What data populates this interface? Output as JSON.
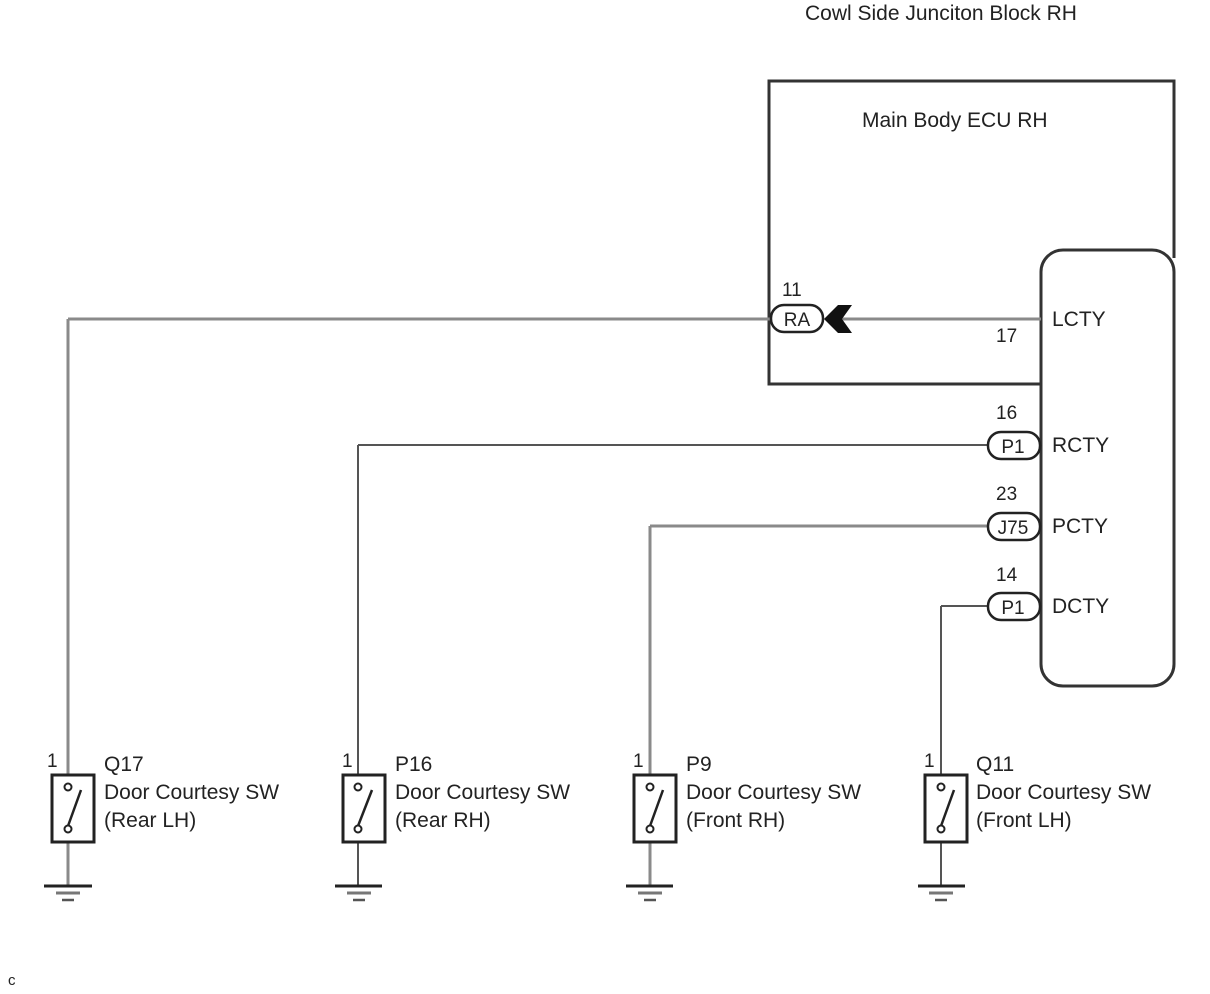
{
  "diagram": {
    "junction_block_label": "Cowl Side Junciton Block RH",
    "ecu_label": "Main Body ECU RH",
    "footer_mark": "C",
    "inline_connector": {
      "name": "RA",
      "pin": "11"
    },
    "ecu_terminals": [
      {
        "id": "lcty",
        "name": "LCTY",
        "pin": "17",
        "connector": ""
      },
      {
        "id": "rcty",
        "name": "RCTY",
        "pin": "16",
        "connector": "P1"
      },
      {
        "id": "pcty",
        "name": "PCTY",
        "pin": "23",
        "connector": "J75"
      },
      {
        "id": "dcty",
        "name": "DCTY",
        "pin": "14",
        "connector": "P1"
      }
    ],
    "switches": [
      {
        "id": "q17",
        "code": "Q17",
        "pin": "1",
        "name": "Door Courtesy SW",
        "position": "(Rear LH)",
        "connects_to": "LCTY"
      },
      {
        "id": "p16",
        "code": "P16",
        "pin": "1",
        "name": "Door Courtesy SW",
        "position": "(Rear RH)",
        "connects_to": "RCTY"
      },
      {
        "id": "p9",
        "code": "P9",
        "pin": "1",
        "name": "Door Courtesy SW",
        "position": "(Front RH)",
        "connects_to": "PCTY"
      },
      {
        "id": "q11",
        "code": "Q11",
        "pin": "1",
        "name": "Door Courtesy SW",
        "position": "(Front LH)",
        "connects_to": "DCTY"
      }
    ],
    "colors": {
      "wire": "#8a8a8a",
      "outline": "#333333",
      "text": "#222222"
    }
  }
}
